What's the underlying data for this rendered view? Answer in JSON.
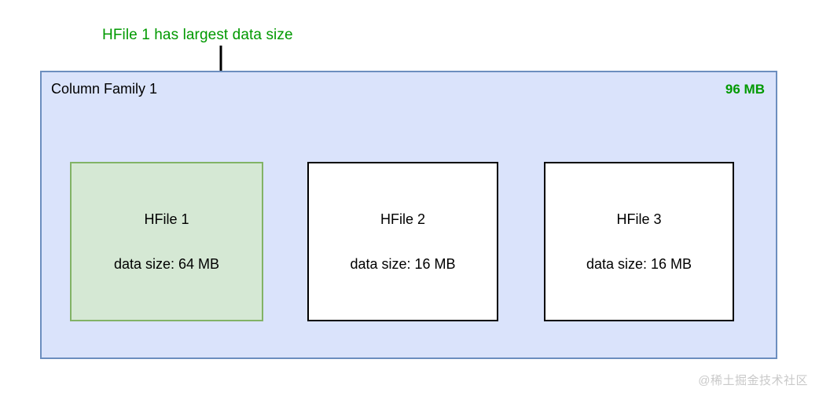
{
  "annotation": {
    "text": "HFile 1 has largest data size",
    "color": "#009900"
  },
  "arrow": {
    "name": "annotation-arrow",
    "direction": "down",
    "color": "#000000"
  },
  "column_family": {
    "title": "Column Family 1",
    "total_size": "96 MB",
    "total_size_color": "#009900",
    "fill_color": "#dae3fb",
    "border_color": "#6c8ebf",
    "hfiles": [
      {
        "name": "HFile 1",
        "size_label": "data size: 64 MB",
        "size_value": 64,
        "unit": "MB",
        "highlighted": true,
        "fill_color": "#d5e8d4",
        "border_color": "#82b366"
      },
      {
        "name": "HFile 2",
        "size_label": "data size: 16 MB",
        "size_value": 16,
        "unit": "MB",
        "highlighted": false,
        "fill_color": "#ffffff",
        "border_color": "#000000"
      },
      {
        "name": "HFile 3",
        "size_label": "data size: 16 MB",
        "size_value": 16,
        "unit": "MB",
        "highlighted": false,
        "fill_color": "#ffffff",
        "border_color": "#000000"
      }
    ]
  },
  "watermark": {
    "text": "@稀土掘金技术社区"
  }
}
